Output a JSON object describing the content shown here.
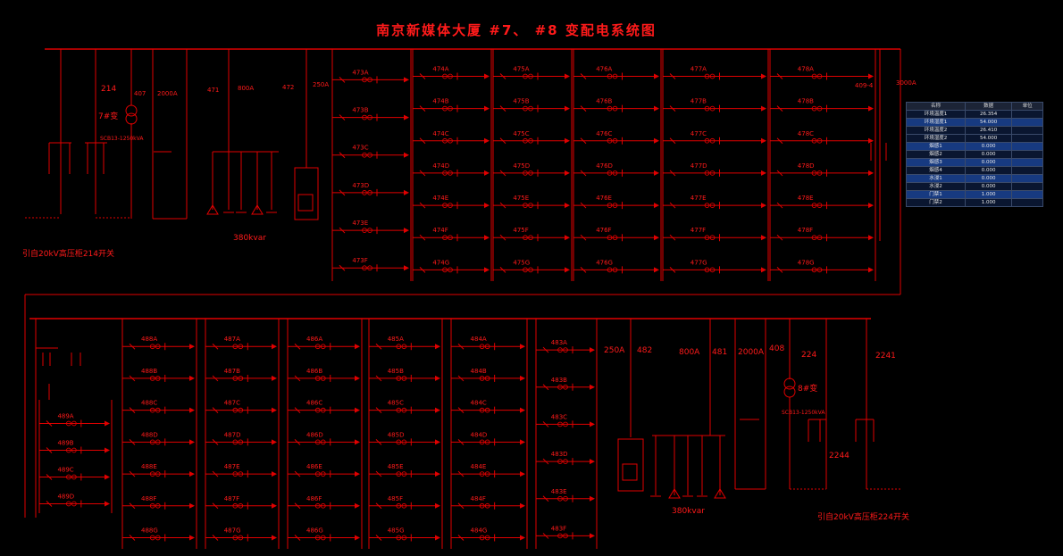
{
  "title": "南京新媒体大厦 #7、 #8 变配电系统图",
  "colors": {
    "line": "#e00000",
    "text": "#ff1a1a",
    "background": "#000000"
  },
  "top_section": {
    "switch_214": "214",
    "transformer_label": "7#变",
    "transformer_model": "SCB13-1250kVA",
    "incomer_407": "407",
    "rating_2000a": "2000A",
    "cap_switch": "471",
    "cap_rating": "800A",
    "cap_bank": "380kvar",
    "switch_472": "472",
    "rating_250a": "250A",
    "tie_409_4": "409-4",
    "tie_rating": "3000A",
    "source_note": "引自20kV高压柜214开关",
    "feeder_columns": [
      [
        "473A",
        "473B",
        "473C",
        "473D",
        "473E",
        "473F"
      ],
      [
        "474A",
        "474B",
        "474C",
        "474D",
        "474E",
        "474F",
        "474G"
      ],
      [
        "475A",
        "475B",
        "475C",
        "475D",
        "475E",
        "475F",
        "475G"
      ],
      [
        "476A",
        "476B",
        "476C",
        "476D",
        "476E",
        "476F",
        "476G"
      ],
      [
        "477A",
        "477B",
        "477C",
        "477D",
        "477E",
        "477F",
        "477G"
      ],
      [
        "478A",
        "478B",
        "478C",
        "478D",
        "478E",
        "478F",
        "478G"
      ]
    ]
  },
  "bottom_section": {
    "feeder_columns": [
      [
        "489A",
        "489B",
        "489C",
        "489D"
      ],
      [
        "488A",
        "488B",
        "488C",
        "488D",
        "488E",
        "488F",
        "488G"
      ],
      [
        "487A",
        "487B",
        "487C",
        "487D",
        "487E",
        "487F",
        "487G"
      ],
      [
        "486A",
        "486B",
        "486C",
        "486D",
        "486E",
        "486F",
        "486G"
      ],
      [
        "485A",
        "485B",
        "485C",
        "485D",
        "485E",
        "485F",
        "485G"
      ],
      [
        "484A",
        "484B",
        "484C",
        "484D",
        "484E",
        "484F",
        "484G"
      ],
      [
        "483A",
        "483B",
        "483C",
        "483D",
        "483E",
        "483F"
      ]
    ],
    "switch_482": "482",
    "rating_250a": "250A",
    "cap_switch": "481",
    "cap_rating": "800A",
    "cap_bank": "380kvar",
    "rating_2000a": "2000A",
    "incomer_408": "408",
    "switch_224": "224",
    "transformer_label": "8#变",
    "transformer_model": "SCB13-1250kVA",
    "switch_2241": "2241",
    "switch_2244": "2244",
    "source_note": "引自20kV高压柜224开关"
  },
  "param_table": {
    "headers": [
      "名称",
      "数据",
      "单位"
    ],
    "rows": [
      {
        "name": "环境温度1",
        "value": "26.354",
        "unit": ""
      },
      {
        "name": "环境湿度1",
        "value": "54.000",
        "unit": ""
      },
      {
        "name": "环境温度2",
        "value": "26.410",
        "unit": ""
      },
      {
        "name": "环境湿度2",
        "value": "54.000",
        "unit": ""
      },
      {
        "name": "烟感1",
        "value": "0.000",
        "unit": ""
      },
      {
        "name": "烟感2",
        "value": "0.000",
        "unit": ""
      },
      {
        "name": "烟感3",
        "value": "0.000",
        "unit": ""
      },
      {
        "name": "烟感4",
        "value": "0.000",
        "unit": ""
      },
      {
        "name": "水浸1",
        "value": "0.000",
        "unit": ""
      },
      {
        "name": "水浸2",
        "value": "0.000",
        "unit": ""
      },
      {
        "name": "门禁1",
        "value": "1.000",
        "unit": ""
      },
      {
        "name": "门禁2",
        "value": "1.000",
        "unit": ""
      }
    ]
  }
}
